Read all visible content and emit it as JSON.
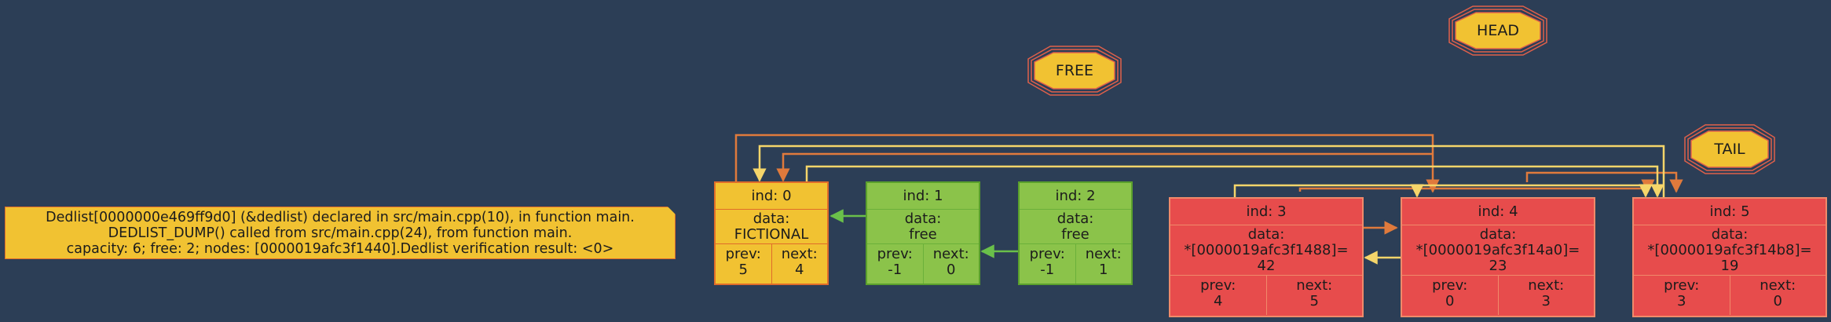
{
  "info_note": {
    "line1": "Dedlist[0000000e469ff9d0] (&dedlist) declared in src/main.cpp(10), in function main.",
    "line2": "DEDLIST_DUMP() called from src/main.cpp(24), from function main.",
    "line3": "capacity: 6; free: 2; nodes: [0000019afc3f1440].Dedlist verification result: <0>"
  },
  "markers": {
    "free": "FREE",
    "head": "HEAD",
    "tail": "TAIL"
  },
  "nodes": [
    {
      "ind": "ind: 0",
      "data_label": "data:",
      "data_value": "FICTIONAL",
      "prev_label": "prev:",
      "prev": "5",
      "next_label": "next:",
      "next": "4",
      "color": "#f1c232"
    },
    {
      "ind": "ind: 1",
      "data_label": "data:",
      "data_value": "free",
      "prev_label": "prev:",
      "prev": "-1",
      "next_label": "next:",
      "next": "0",
      "color": "#8bc34a"
    },
    {
      "ind": "ind: 2",
      "data_label": "data:",
      "data_value": "free",
      "prev_label": "prev:",
      "prev": "-1",
      "next_label": "next:",
      "next": "1",
      "color": "#8bc34a"
    },
    {
      "ind": "ind: 3",
      "data_label": "data:",
      "data_addr": "*[0000019afc3f1488]=",
      "data_value": "42",
      "prev_label": "prev:",
      "prev": "4",
      "next_label": "next:",
      "next": "5",
      "color": "#e74c4c"
    },
    {
      "ind": "ind: 4",
      "data_label": "data:",
      "data_addr": "*[0000019afc3f14a0]=",
      "data_value": "23",
      "prev_label": "prev:",
      "prev": "0",
      "next_label": "next:",
      "next": "3",
      "color": "#e74c4c"
    },
    {
      "ind": "ind: 5",
      "data_label": "data:",
      "data_addr": "*[0000019afc3f14b8]=",
      "data_value": "19",
      "prev_label": "prev:",
      "prev": "3",
      "next_label": "next:",
      "next": "0",
      "color": "#e74c4c"
    }
  ],
  "edge_colors": {
    "next": "#e07a3c",
    "prev": "#f5d56a",
    "free": "#6ac04a",
    "marker_outline": "#e0604a"
  }
}
